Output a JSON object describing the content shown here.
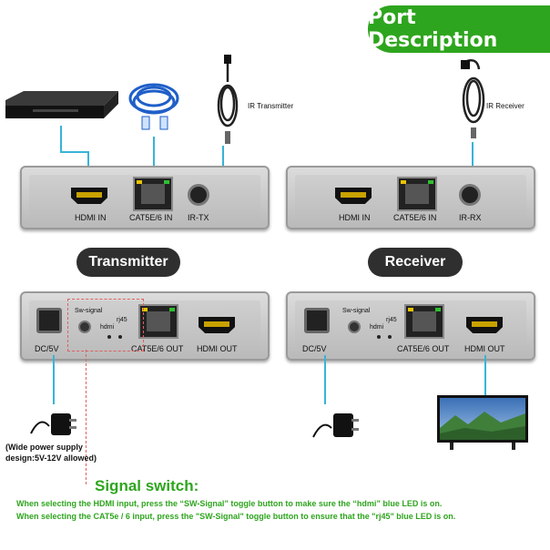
{
  "header": {
    "title": "Port Description"
  },
  "transmitter": {
    "name": "Transmitter",
    "front": {
      "hdmi_label": "HDMI IN",
      "cat_label": "CAT5E/6 IN",
      "ir_label": "IR-TX"
    },
    "back": {
      "dc_label": "DC/5V",
      "sw_label": "Sw-signal",
      "hdmi_led": "hdmi",
      "rj45_led": "rj45",
      "cat_label": "CAT5E/6 OUT",
      "hdmi_label": "HDMI OUT"
    },
    "ir_device": "IR Transmitter"
  },
  "receiver": {
    "name": "Receiver",
    "front": {
      "hdmi_label": "HDMI IN",
      "cat_label": "CAT5E/6 IN",
      "ir_label": "IR-RX"
    },
    "back": {
      "dc_label": "DC/5V",
      "sw_label": "Sw-signal",
      "hdmi_led": "hdmi",
      "rj45_led": "rj45",
      "cat_label": "CAT5E/6 OUT",
      "hdmi_label": "HDMI OUT"
    },
    "ir_device": "IR Receiver"
  },
  "power_note": {
    "line1": "(Wide power supply",
    "line2": "design:5V-12V allowed)"
  },
  "signal_switch": {
    "heading": "Signal switch:",
    "line1": "When selecting the HDMI input, press the “SW-Signal” toggle button to make sure the “hdmi” blue LED is on.",
    "line2": "When selecting the CAT5e / 6 input, press the \"SW-Signal\" toggle button to ensure that the \"rj45\" blue LED is on."
  },
  "colors": {
    "accent": "#2ea51e",
    "connector": "#37b4d8",
    "pill": "#2f2f2f"
  }
}
